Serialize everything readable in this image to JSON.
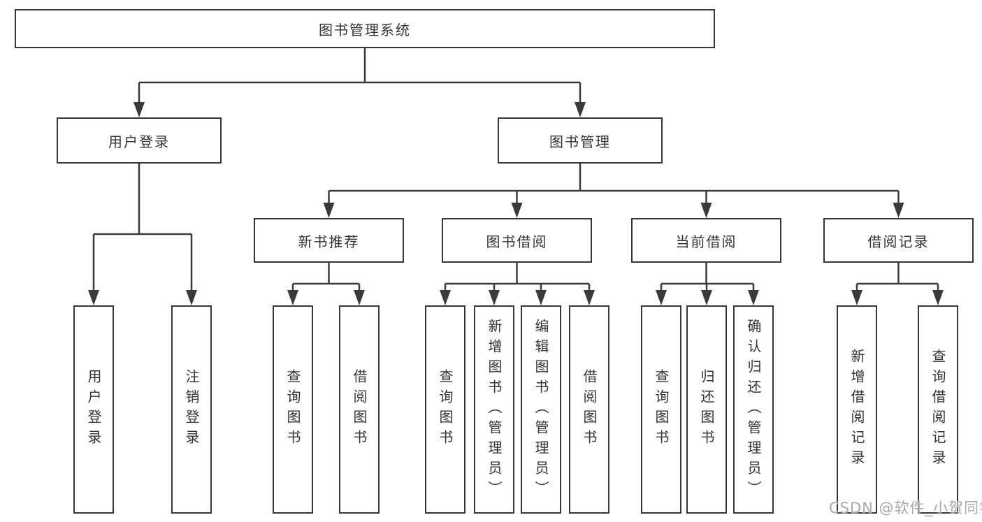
{
  "tree": {
    "root": {
      "label": "图书管理系统"
    },
    "user_login": {
      "label": "用户登录",
      "children": [
        {
          "label": "用户登录"
        },
        {
          "label": "注销登录"
        }
      ]
    },
    "book_mgmt": {
      "label": "图书管理",
      "sections": [
        {
          "label": "新书推荐",
          "children": [
            {
              "label": "查询图书"
            },
            {
              "label": "借阅图书"
            }
          ]
        },
        {
          "label": "图书借阅",
          "children": [
            {
              "label": "查询图书"
            },
            {
              "label": "新增图书（管理员）"
            },
            {
              "label": "编辑图书（管理员）"
            },
            {
              "label": "借阅图书"
            }
          ]
        },
        {
          "label": "当前借阅",
          "children": [
            {
              "label": "查询图书"
            },
            {
              "label": "归还图书"
            },
            {
              "label": "确认归还（管理员）"
            }
          ]
        },
        {
          "label": "借阅记录",
          "children": [
            {
              "label": "新增借阅记录"
            },
            {
              "label": "查询借阅记录"
            }
          ]
        }
      ]
    }
  },
  "watermark": {
    "text": "CSDN @软件_小贺同学"
  },
  "colors": {
    "line": "#3a3a3a",
    "border": "#363636",
    "text": "#333333",
    "watermark": "#a9a9a9",
    "background": "#ffffff"
  }
}
